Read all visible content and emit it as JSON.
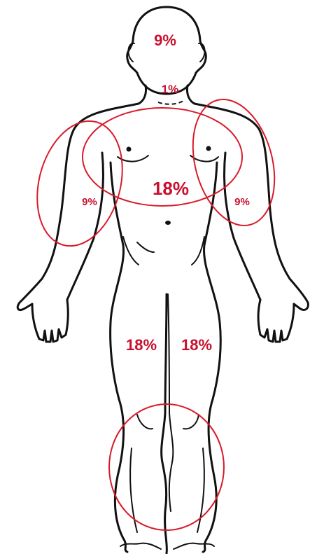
{
  "colors": {
    "label": "#c8102e",
    "circle": "#d81b2a",
    "outline": "#111111"
  },
  "labels": {
    "head": "9%",
    "neck": "1%",
    "chest": "18%",
    "right_arm": "9%",
    "left_arm": "9%",
    "right_leg": "18%",
    "left_leg": "18%"
  }
}
